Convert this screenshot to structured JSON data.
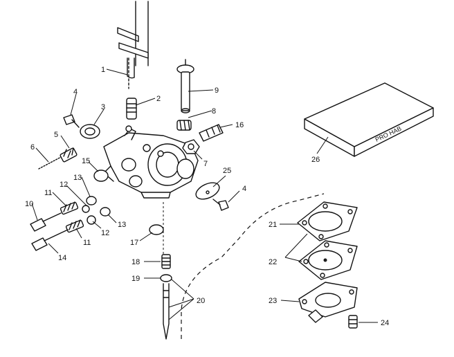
{
  "callouts": {
    "c1": "1",
    "c2": "2",
    "c3": "3",
    "c4a": "4",
    "c4b": "4",
    "c5": "5",
    "c6": "6",
    "c7": "7",
    "c8": "8",
    "c9": "9",
    "c10": "10",
    "c11a": "11",
    "c11b": "11",
    "c12a": "12",
    "c12b": "12",
    "c13a": "13",
    "c13b": "13",
    "c14": "14",
    "c15": "15",
    "c16": "16",
    "c17": "17",
    "c18": "18",
    "c19": "19",
    "c20": "20",
    "c21": "21",
    "c22": "22",
    "c23": "23",
    "c24": "24",
    "c25": "25",
    "c26": "26"
  },
  "manual": {
    "spine_text": "PRO HAB"
  }
}
